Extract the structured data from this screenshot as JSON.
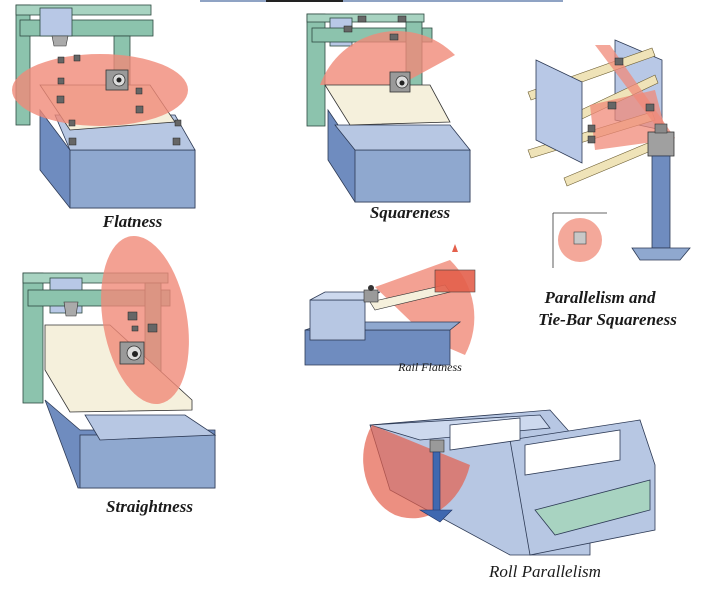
{
  "figure": {
    "panels": [
      {
        "id": "flatness",
        "caption": "Flatness"
      },
      {
        "id": "squareness",
        "caption": "Squareness"
      },
      {
        "id": "parallelism",
        "caption_line1": "Parallelism and",
        "caption_line2": "Tie-Bar Squareness"
      },
      {
        "id": "straightness",
        "caption": "Straightness"
      },
      {
        "id": "rail-flatness",
        "caption": "Rail Flatness"
      },
      {
        "id": "roll-parallelism",
        "caption": "Roll Parallelism"
      }
    ],
    "colors": {
      "laser_plane": "#f08a78",
      "laser_plane_dark": "#e4604c",
      "frame_green": "#8cc3ad",
      "base_blue": "#8fa8cf",
      "base_blue_dark": "#6f8cbf",
      "table_cream": "#f5f0dc",
      "tiebar_tan": "#efe3b8",
      "instrument_gray": "#8a8a8a"
    }
  }
}
